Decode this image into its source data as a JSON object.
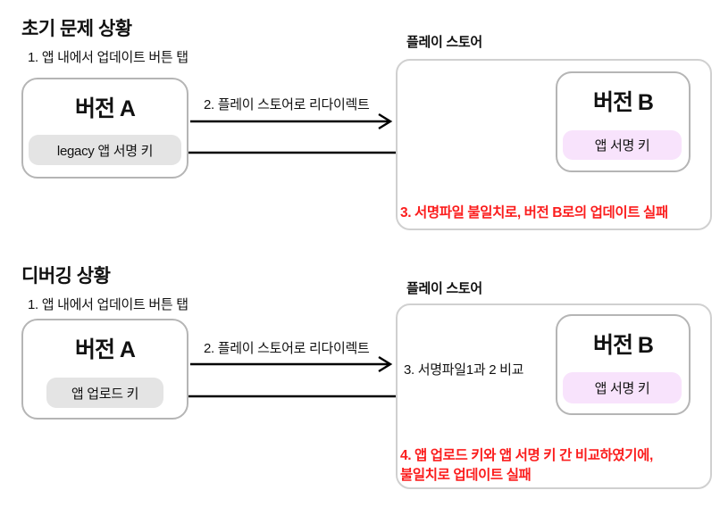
{
  "sections": [
    {
      "title": "초기 문제 상황",
      "step_1": "1. 앱 내에서 업데이트 버튼 탭",
      "version_a": {
        "title": "버전 A",
        "key_label": "legacy 앱 서명 키"
      },
      "arrow_2_label": "2. 플레이 스토어로 리다이렉트",
      "play_store": {
        "label": "플레이 스토어",
        "version_b": {
          "title": "버전 B",
          "key_label": "앱 서명 키"
        },
        "failure_note": "3. 서명파일 불일치로, 버전 B로의 업데이트 실패"
      }
    },
    {
      "title": "디버깅 상황",
      "step_1": "1. 앱 내에서 업데이트 버튼 탭",
      "version_a": {
        "title": "버전 A",
        "key_label": "앱 업로드 키"
      },
      "arrow_2_label": "2. 플레이 스토어로 리다이렉트",
      "play_store": {
        "label": "플레이 스토어",
        "compare_note": "3. 서명파일1과 2 비교",
        "version_b": {
          "title": "버전 B",
          "key_label": "앱 서명 키"
        },
        "failure_note_line_1": "4. 앱 업로드 키와 앱 서명 키 간 비교하였기에,",
        "failure_note_line_2": "불일치로 업데이트 실패"
      }
    }
  ],
  "colors": {
    "text": "#111111",
    "failure_note_red": "#fb1d1d",
    "gray_key_fill": "#e4e4e4",
    "pink_key_fill": "#f8e3fc",
    "version_box_border": "#b5b5b5",
    "play_store_border": "#d0d0d0",
    "connector_line": "#000000",
    "background": "#ffffff"
  }
}
